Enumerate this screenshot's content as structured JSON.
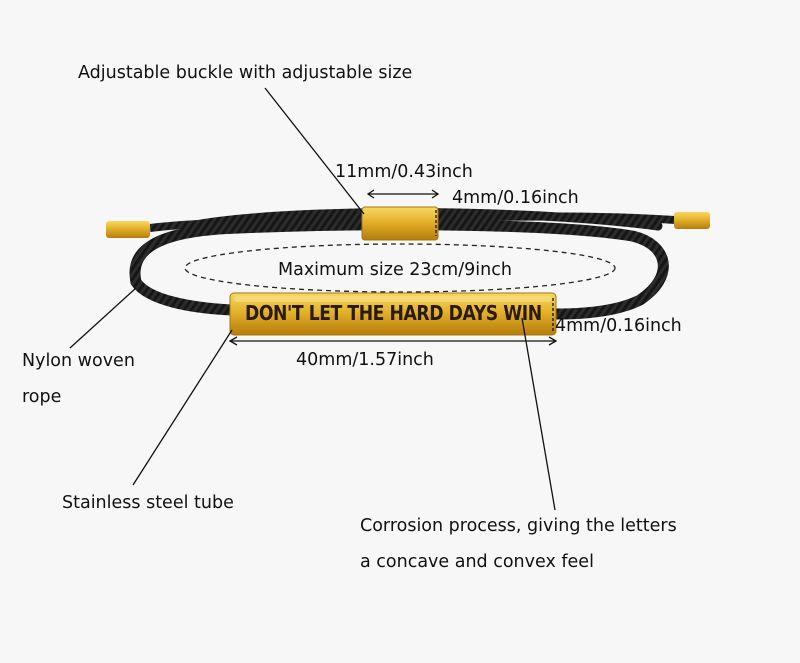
{
  "product": {
    "engraving": "DON'T LET THE HARD DAYS WIN",
    "colors": {
      "gold": "#d9a21a",
      "rope": "#141414",
      "background": "#f7f7f7"
    }
  },
  "annotations": {
    "buckle": "Adjustable buckle with adjustable size",
    "buckle_length": "11mm/0.43inch",
    "buckle_height": "4mm/0.16inch",
    "max_size": "Maximum size 23cm/9inch",
    "bar_height": "4mm/0.16inch",
    "bar_length": "40mm/1.57inch",
    "rope_line1": "Nylon woven",
    "rope_line2": "rope",
    "tube": "Stainless steel tube",
    "corrosion_line1": "Corrosion process, giving the letters",
    "corrosion_line2": "a concave and convex feel"
  }
}
